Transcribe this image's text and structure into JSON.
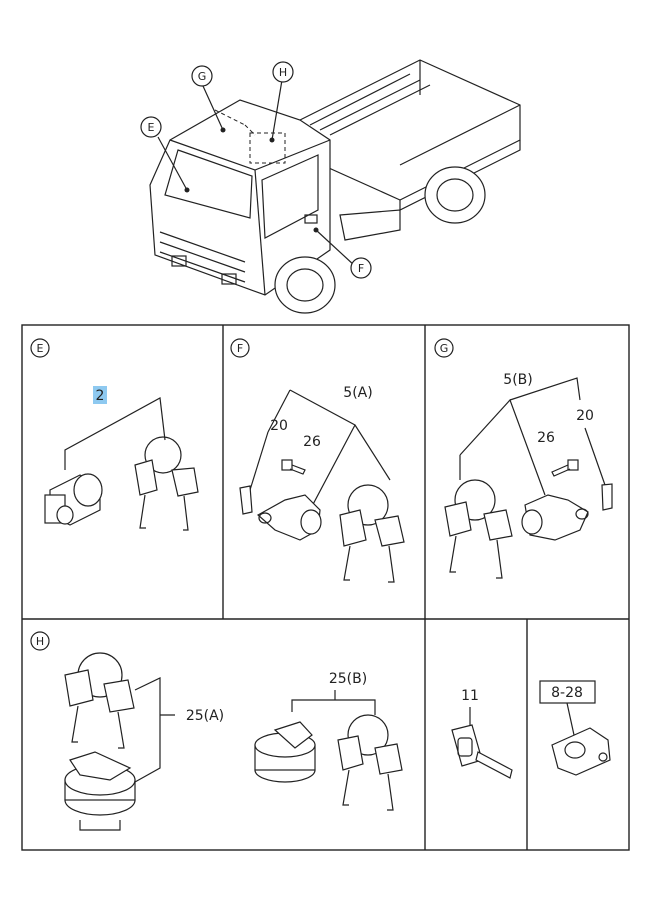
{
  "callouts": {
    "E": "E",
    "F": "F",
    "G": "G",
    "H": "H"
  },
  "panels": {
    "E": {
      "circle": "E",
      "part": "2"
    },
    "F": {
      "circle": "F",
      "group": "5(A)",
      "part_a": "20",
      "part_b": "26"
    },
    "G": {
      "circle": "G",
      "group": "5(B)",
      "part_a": "20",
      "part_b": "26"
    },
    "H": {
      "circle": "H",
      "part_a": "25(A)",
      "part_b": "25(B)"
    },
    "key": {
      "part": "11"
    },
    "remote": {
      "part": "8-28"
    }
  },
  "colors": {
    "highlight": "#8ec9f0",
    "line": "#222222"
  }
}
